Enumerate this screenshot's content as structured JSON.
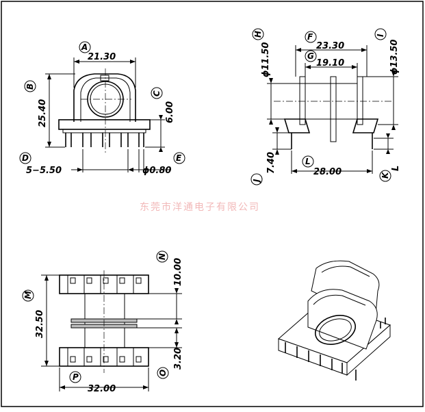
{
  "company_watermark": "东莞市洋通电子有限公司",
  "front_view": {
    "dims": {
      "width": "21.30",
      "height": "25.40",
      "base": "6.00",
      "pins": "5−5.50",
      "pin_dia": "ϕ0.80"
    },
    "letters": {
      "a": "A",
      "b": "B",
      "c": "C",
      "d": "D",
      "e": "E"
    }
  },
  "side_view": {
    "dims": {
      "outer_width": "23.30",
      "inner_width": "19.10",
      "dia_inner": "ϕ11.50",
      "dia_outer": "ϕ13.50",
      "pin_len": "7.40",
      "span": "28.00",
      "l_label": "L"
    },
    "letters": {
      "f": "F",
      "g": "G",
      "h": "H",
      "i": "I",
      "j": "J",
      "k": "K",
      "l": "L"
    }
  },
  "bottom_view": {
    "dims": {
      "height": "32.50",
      "top": "10.00",
      "gap": "3.20",
      "width": "32.00"
    },
    "letters": {
      "m": "M",
      "n": "N",
      "o": "O",
      "p": "P"
    }
  }
}
